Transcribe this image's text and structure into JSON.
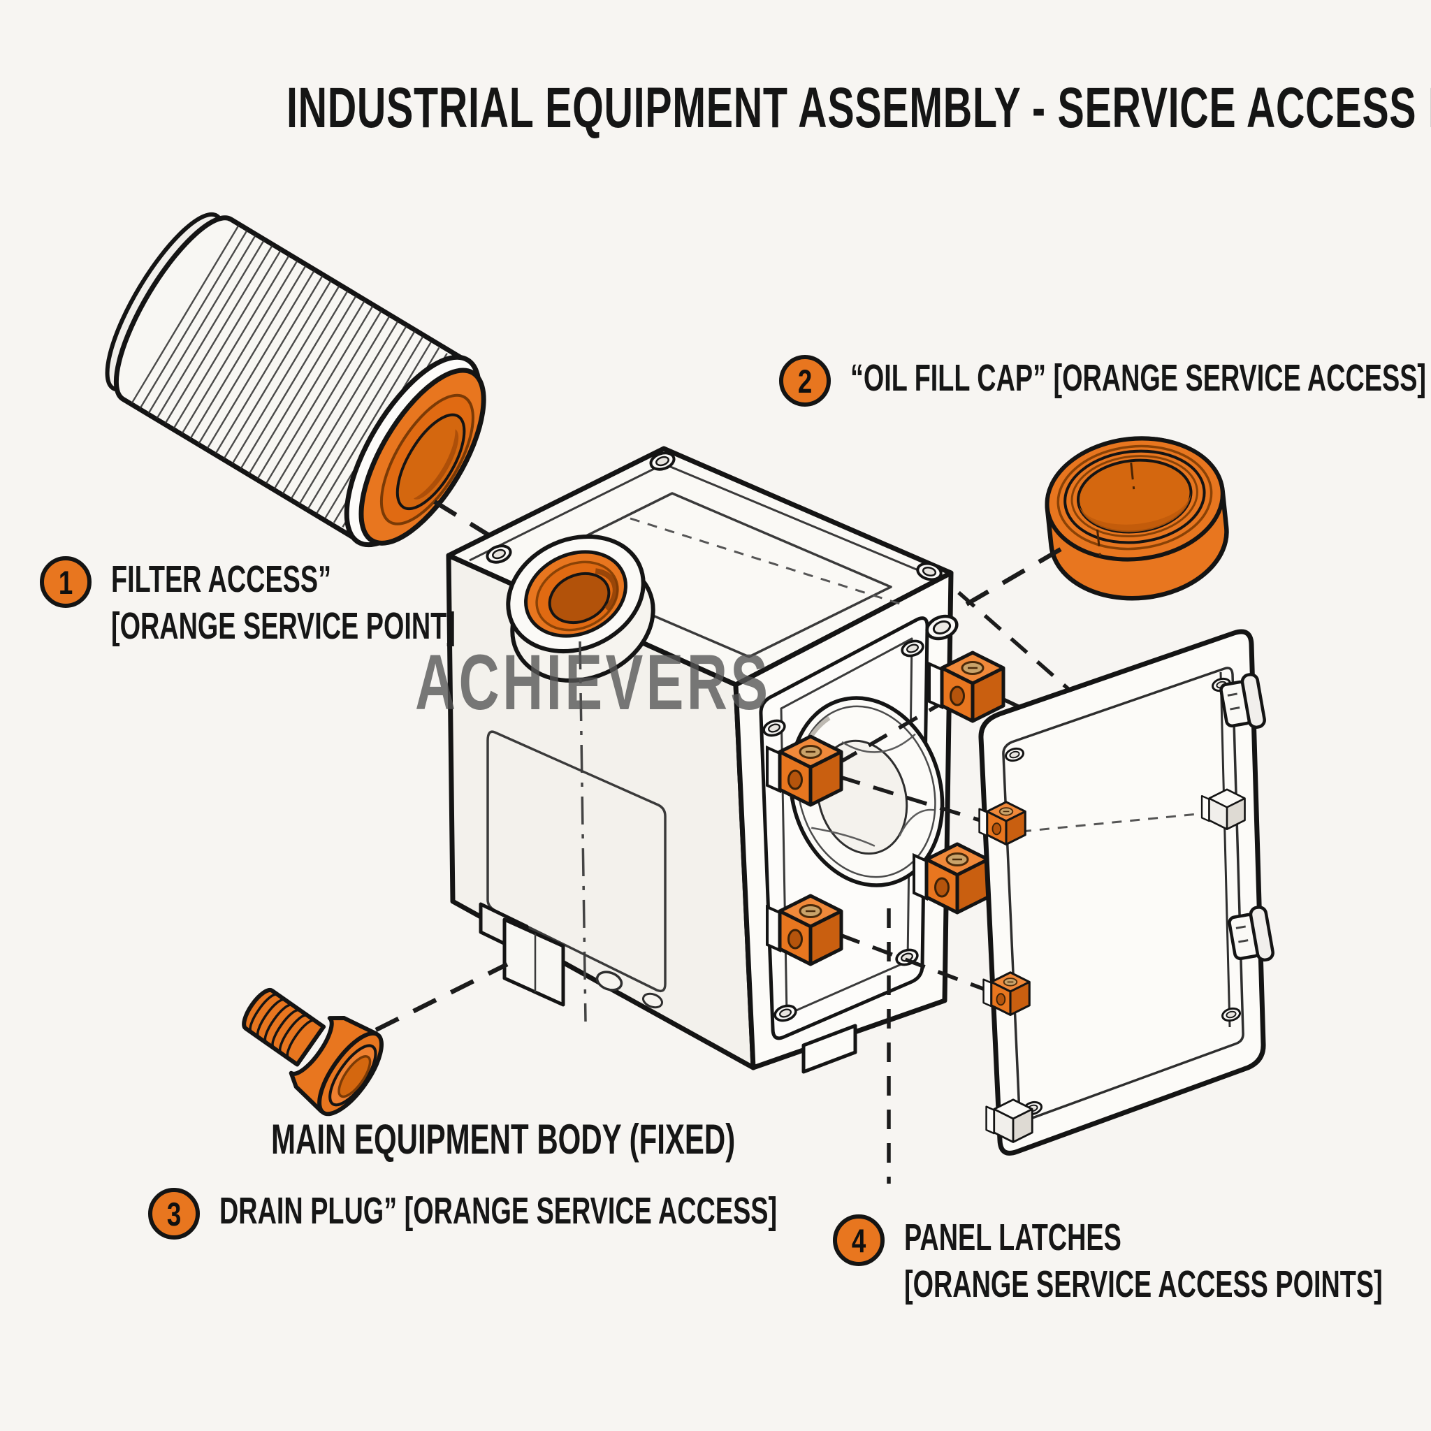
{
  "title": "INDUSTRIAL EQUIPMENT ASSEMBLY - SERVICE ACCESS DIAGRAM",
  "watermark": "ACHIEVERS",
  "body_label": "MAIN EQUIPMENT BODY (FIXED)",
  "callouts": [
    {
      "number": "1",
      "line1": "FILTER ACCESS”",
      "line2": "[ORANGE SERVICE POINT]"
    },
    {
      "number": "2",
      "line1": "“OIL FILL CAP” [ORANGE SERVICE ACCESS]",
      "line2": ""
    },
    {
      "number": "3",
      "line1": "DRAIN PLUG” [ORANGE SERVICE ACCESS]",
      "line2": ""
    },
    {
      "number": "4",
      "line1": "PANEL LATCHES",
      "line2": "[ORANGE SERVICE ACCESS POINTS]"
    }
  ],
  "parts": {
    "filter": "filter cartridge",
    "cap": "oil fill cap",
    "body": "main equipment body",
    "plug": "drain plug",
    "panel": "service access panel",
    "latches": "panel latches"
  },
  "colors": {
    "background": "#f7f5f2",
    "outline": "#141414",
    "accent_orange": "#e8761f",
    "accent_orange_dark": "#c95f10",
    "accent_orange_light": "#f0893a",
    "watermark_gray": "#545454"
  }
}
